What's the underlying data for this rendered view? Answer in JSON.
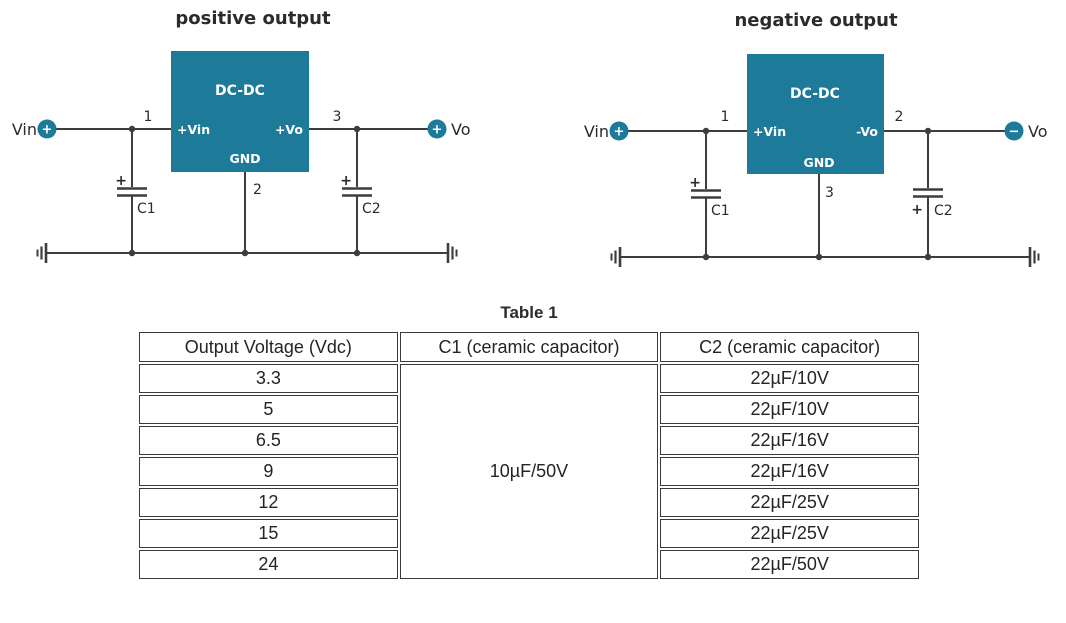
{
  "colors": {
    "teal": "#1d7a99",
    "wire": "#3d3d3d",
    "ink": "#2b2b2b",
    "table_border": "#3a3a3a"
  },
  "pos": {
    "title": "positive output",
    "vin_label": "Vin",
    "vin_sign": "+",
    "vo_label": "Vo",
    "vo_sign": "+",
    "block_label": "DC-DC",
    "in_pin": "+Vin",
    "out_pin": "+Vo",
    "gnd_pin": "GND",
    "pin_in_num": "1",
    "pin_out_num": "3",
    "pin_gnd_num": "2",
    "c1_sign": "+",
    "c1_label": "C1",
    "c2_sign": "+",
    "c2_label": "C2"
  },
  "neg": {
    "title": "negative output",
    "vin_label": "Vin",
    "vin_sign": "+",
    "vo_label": "Vo",
    "vo_sign": "−",
    "block_label": "DC-DC",
    "in_pin": "+Vin",
    "out_pin": "-Vo",
    "gnd_pin": "GND",
    "pin_in_num": "1",
    "pin_out_num": "2",
    "pin_gnd_num": "3",
    "c1_sign": "+",
    "c1_label": "C1",
    "c2_sign": "+",
    "c2_label": "C2"
  },
  "table": {
    "title": "Table 1",
    "headers": [
      "Output Voltage (Vdc)",
      "C1 (ceramic capacitor)",
      "C2 (ceramic capacitor)"
    ],
    "c1_value": "10µF/50V",
    "rows": [
      {
        "voltage": "3.3",
        "c2": "22µF/10V"
      },
      {
        "voltage": "5",
        "c2": "22µF/10V"
      },
      {
        "voltage": "6.5",
        "c2": "22µF/16V"
      },
      {
        "voltage": "9",
        "c2": "22µF/16V"
      },
      {
        "voltage": "12",
        "c2": "22µF/25V"
      },
      {
        "voltage": "15",
        "c2": "22µF/25V"
      },
      {
        "voltage": "24",
        "c2": "22µF/50V"
      }
    ]
  }
}
